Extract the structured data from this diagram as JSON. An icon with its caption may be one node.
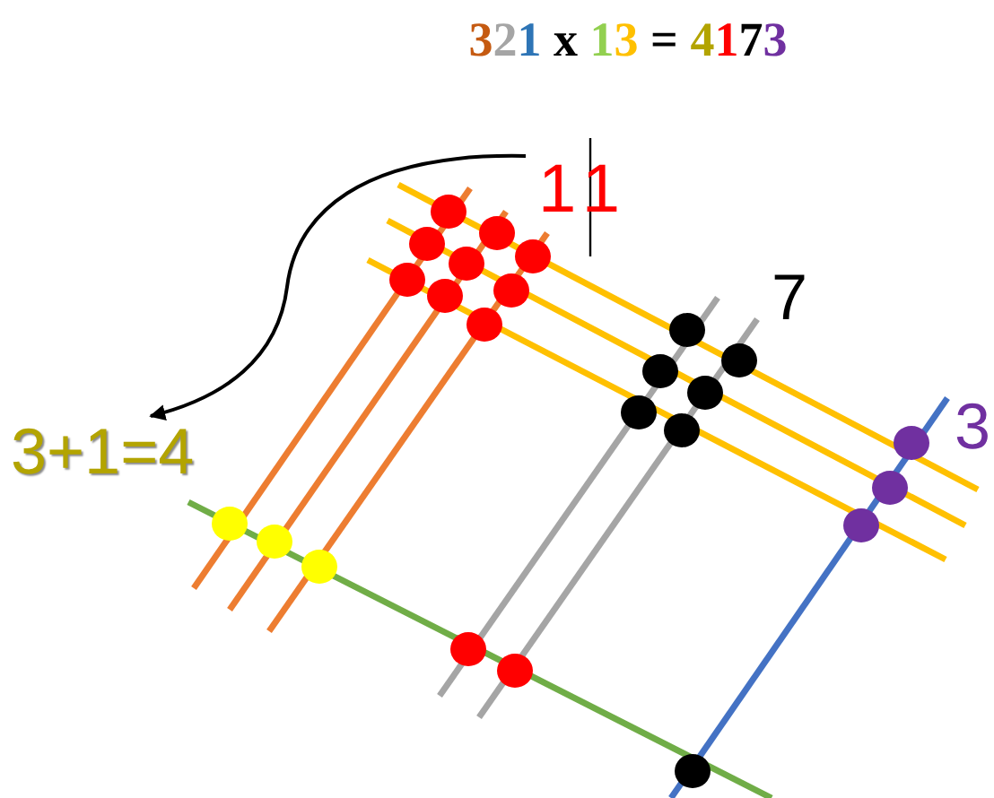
{
  "diagram": {
    "title": "321 x 13 = 4173",
    "nodes": [
      {
        "text": [
          "11"
        ]
      },
      {
        "text": [
          "3+1=4"
        ]
      }
    ],
    "edges": [
      {
        "from": 0,
        "to": 1,
        "arrow": "to"
      }
    ],
    "labels": [
      "7",
      "3"
    ]
  }
}
